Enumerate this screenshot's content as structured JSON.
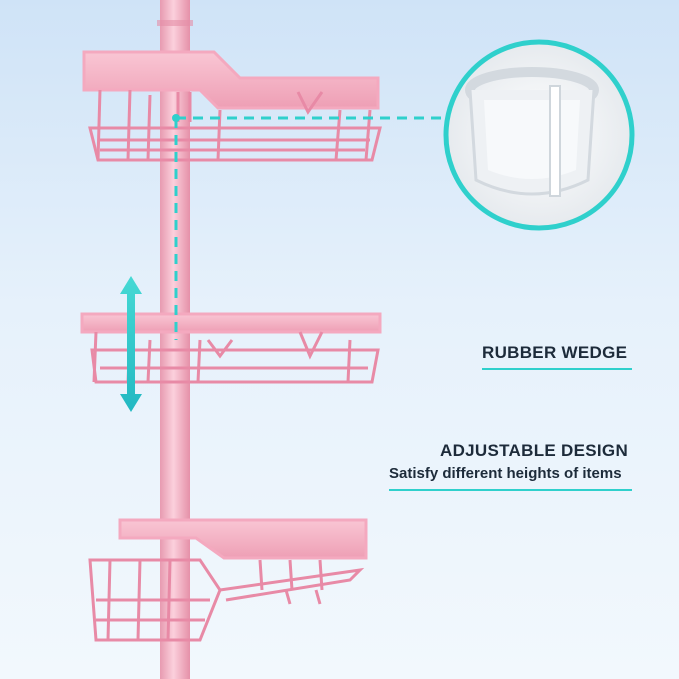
{
  "features": {
    "rubber_wedge": {
      "title": "RUBBER WEDGE"
    },
    "adjustable": {
      "title": "ADJUSTABLE DESIGN",
      "subtitle": "Satisfy different heights of items"
    }
  },
  "colors": {
    "accent": "#2fd0cc",
    "pole": "#f3b6c7",
    "shelf": "#f4a9bf",
    "text": "#1d2b3a"
  },
  "icons": [
    "vertical-double-arrow-icon",
    "rubber-wedge-zoom"
  ]
}
